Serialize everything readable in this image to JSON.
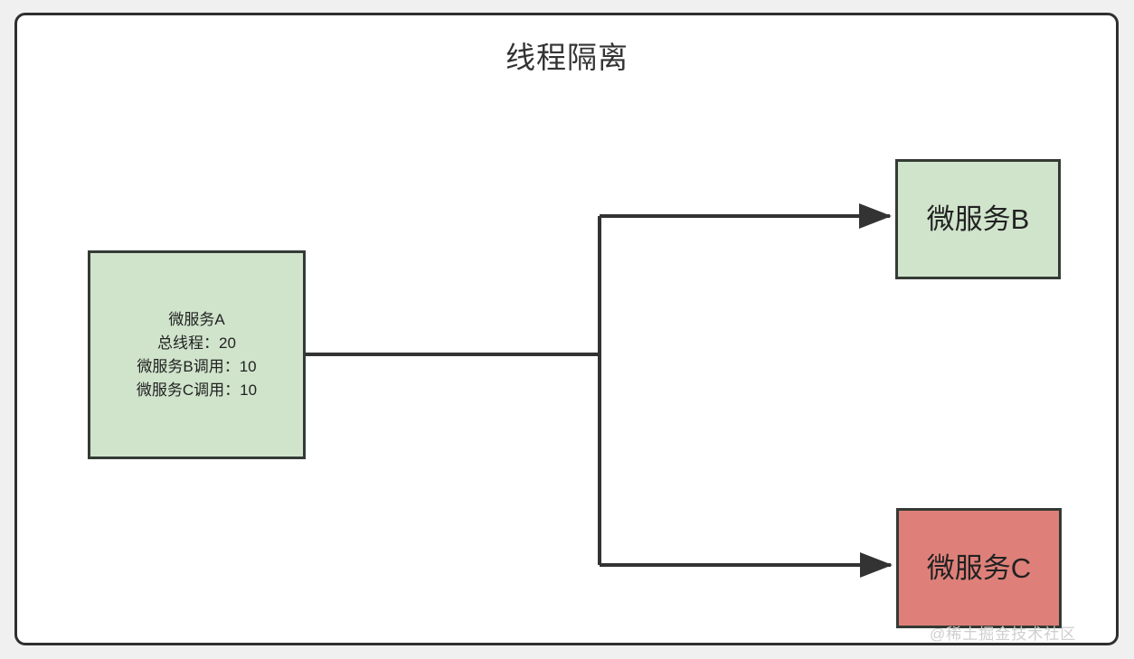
{
  "diagram": {
    "title": "线程隔离",
    "background_color": "#f0f0f0",
    "canvas_color": "#ffffff",
    "frame_border_color": "#2f2f2f",
    "edge_color": "#333333",
    "nodes": [
      {
        "id": "node-a",
        "name": "微服务A",
        "fill": "#d0e4cc",
        "stroke": "#343a34",
        "lines": [
          "微服务A",
          "总线程：20",
          "微服务B调用：10",
          "微服务C调用：10"
        ]
      },
      {
        "id": "node-b",
        "name": "微服务B",
        "label": "微服务B",
        "fill": "#d0e4cc",
        "stroke": "#343a34"
      },
      {
        "id": "node-c",
        "name": "微服务C",
        "label": "微服务C",
        "fill": "#de8079",
        "stroke": "#343a34"
      }
    ],
    "edges": [
      {
        "from": "微服务A",
        "to": "微服务B",
        "arrow": true
      },
      {
        "from": "微服务A",
        "to": "微服务C",
        "arrow": true
      }
    ]
  },
  "watermark": {
    "text": "@稀土掘金技术社区",
    "color": "#cfcfcf"
  }
}
